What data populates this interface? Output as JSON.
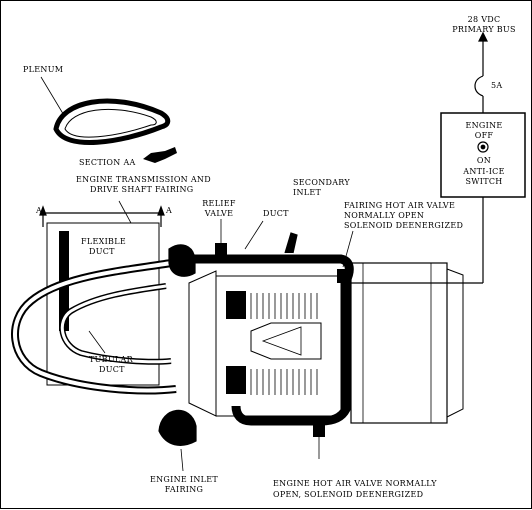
{
  "labels": {
    "voltage_line1": "28 VDC",
    "voltage_line2": "PRIMARY BUS",
    "fuse": "5A",
    "engine": "ENGINE",
    "off": "OFF",
    "on": "ON",
    "anti_ice": "ANTI-ICE",
    "switch": "SWITCH",
    "plenum": "PLENUM",
    "section": "SECTION AA",
    "fairing_line1": "ENGINE TRANSMISSION AND",
    "fairing_line2": "DRIVE SHAFT FAIRING",
    "relief_line1": "RELIEF",
    "relief_line2": "VALVE",
    "duct": "DUCT",
    "secondary_line1": "SECONDARY",
    "secondary_line2": "INLET",
    "fhav_line1": "FAIRING HOT AIR VALVE",
    "fhav_line2": "NORMALLY OPEN",
    "fhav_line3": "SOLENOID DEENERGIZED",
    "section_mark_a": "A",
    "flexible_line1": "FLEXIBLE",
    "flexible_line2": "DUCT",
    "tubular_line1": "TUBULAR",
    "tubular_line2": "DUCT",
    "inlet_line1": "ENGINE INLET",
    "inlet_line2": "FAIRING",
    "ehav_line1": "ENGINE HOT AIR VALVE NORMALLY",
    "ehav_line2": "OPEN, SOLENOID DEENERGIZED"
  }
}
